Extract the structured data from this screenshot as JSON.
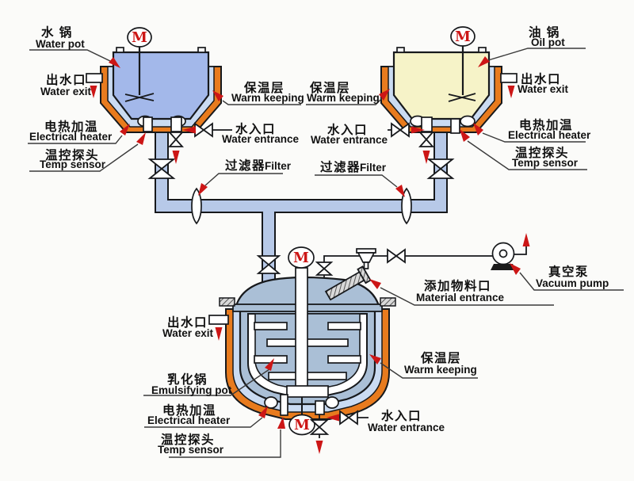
{
  "motor_label": "M",
  "labels": {
    "water_pot": {
      "zh": "水 锅",
      "en": "Water pot"
    },
    "oil_pot": {
      "zh": "油 锅",
      "en": "Oil pot"
    },
    "emulsifying_pot": {
      "zh": "乳化锅",
      "en": "Emulsifying pot"
    },
    "water_exit": {
      "zh": "出水口",
      "en": "Water exit"
    },
    "electrical_heater": {
      "zh": "电热加温",
      "en": "Electrical heater"
    },
    "temp_sensor": {
      "zh": "温控探头",
      "en": "Temp sensor"
    },
    "warm_keeping": {
      "zh": "保温层",
      "en": "Warm keeping"
    },
    "water_entrance": {
      "zh": "水入口",
      "en": "Water entrance"
    },
    "filter": {
      "zh": "过滤器",
      "en": "Filter"
    },
    "material_entrance": {
      "zh": "添加物料口",
      "en": "Material entrance"
    },
    "vacuum_pump": {
      "zh": "真空泵",
      "en": "Vacuum pump"
    }
  },
  "colors": {
    "pipe": "#b7c9e8",
    "water": "#a3b8ea",
    "oil": "#f6f3c8",
    "emul": "#aabfd6",
    "jacket": "#e87b1e",
    "gap": "#cadbf2",
    "red": "#cc1616",
    "bg": "#fbfbf9"
  }
}
